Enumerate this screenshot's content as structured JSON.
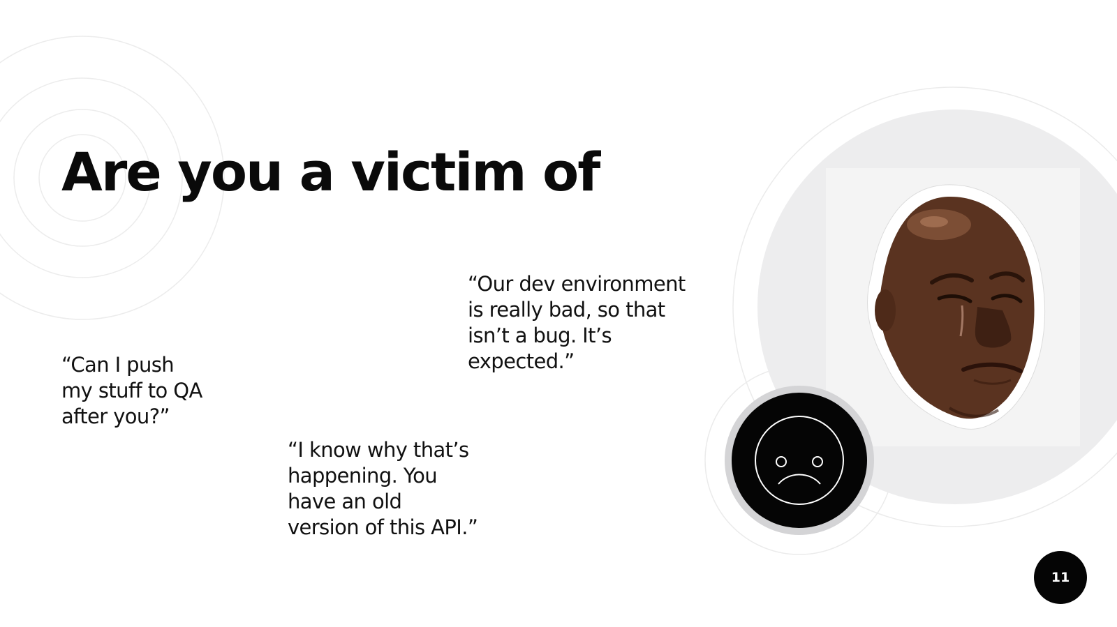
{
  "slide": {
    "title": "Are you a victim of",
    "quotes": [
      "“Can I push\nmy stuff to QA\nafter you?”",
      "“Our dev environment\nis really bad, so that\nisn’t a bug. It’s\nexpected.”",
      "“I know why that’s\nhappening. You\nhave an old\nversion of this API.”"
    ],
    "page_number": "11",
    "icons": {
      "decorative_rings": "concentric-rings",
      "meme_image": "crying-face-meme-image",
      "sad_face": "sad-face-icon"
    },
    "colors": {
      "text": "#111111",
      "badge": "#050505",
      "circle_bg": "#ededee",
      "ring": "#e6e6e6"
    }
  }
}
